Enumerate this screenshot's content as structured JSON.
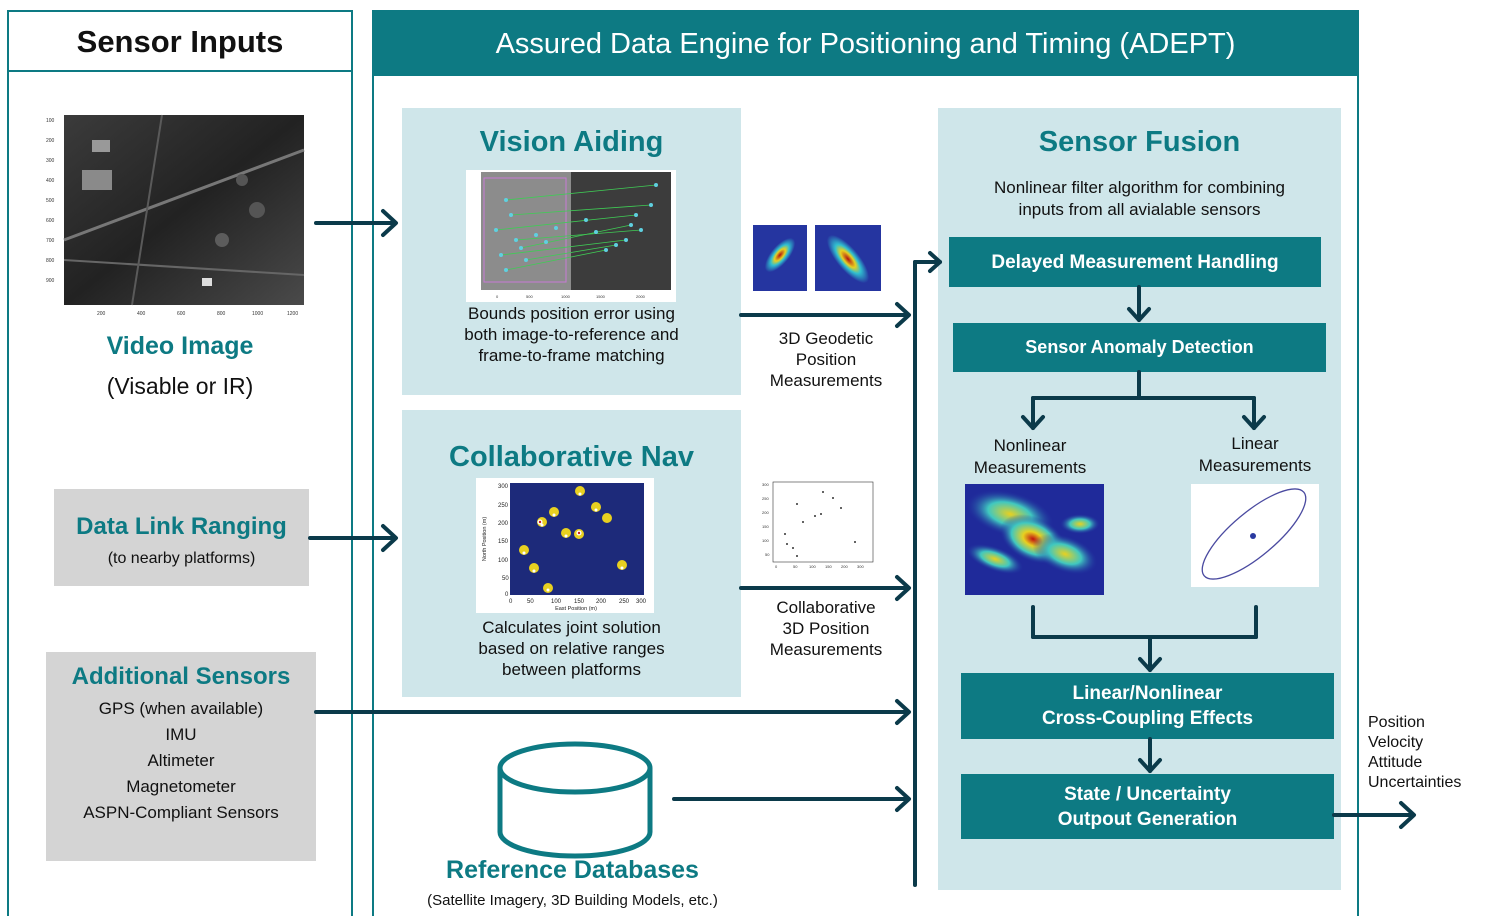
{
  "sensor_inputs": {
    "header": "Sensor Inputs",
    "video": {
      "title": "Video Image",
      "subtitle": "(Visable or IR)"
    },
    "datalink": {
      "title": "Data Link Ranging",
      "subtitle": "(to nearby platforms)"
    },
    "additional": {
      "title": "Additional Sensors",
      "items": [
        "GPS (when available)",
        "IMU",
        "Altimeter",
        "Magnetometer",
        "ASPN-Compliant Sensors"
      ]
    }
  },
  "adept": {
    "header": "Assured Data Engine for Positioning and Timing (ADEPT)",
    "vision": {
      "title": "Vision Aiding",
      "description": [
        "Bounds position error using",
        "both image-to-reference and",
        "frame-to-frame matching"
      ]
    },
    "geodetic_label": [
      "3D Geodetic",
      "Position",
      "Measurements"
    ],
    "collab": {
      "title": "Collaborative Nav",
      "description": [
        "Calculates joint solution",
        "based on relative ranges",
        "between platforms"
      ],
      "plot": {
        "xlabel": "East Position (m)",
        "ylabel": "North Position (m)"
      }
    },
    "collab_label": [
      "Collaborative",
      "3D Position",
      "Measurements"
    ],
    "refdb": {
      "title": "Reference Databases",
      "subtitle": "(Satellite Imagery, 3D Building Models, etc.)"
    }
  },
  "fusion": {
    "title": "Sensor Fusion",
    "description": [
      "Nonlinear filter algorithm for combining",
      "inputs from all avialable sensors"
    ],
    "delayed": "Delayed Measurement Handling",
    "anomaly": "Sensor Anomaly Detection",
    "nonlinear_label": [
      "Nonlinear",
      "Measurements"
    ],
    "linear_label": [
      "Linear",
      "Measurements"
    ],
    "cross": [
      "Linear/Nonlinear",
      "Cross-Coupling Effects"
    ],
    "state": [
      "State / Uncertainty",
      "Outpout Generation"
    ]
  },
  "outputs": [
    "Position",
    "Velocity",
    "Attitude",
    "Uncertainties"
  ],
  "colors": {
    "teal": "#0d7a83",
    "light_teal": "#cfe6ea",
    "gray": "#d4d4d4",
    "arrow": "#0b3a4a"
  }
}
